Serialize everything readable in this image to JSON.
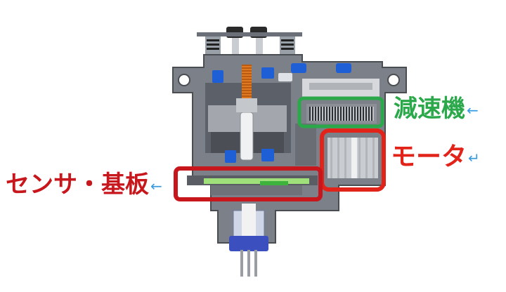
{
  "colors": {
    "reducer": "#2aa84a",
    "motor": "#e2231a",
    "sensor": "#c8161d",
    "arrow": "#3a9be0"
  },
  "labels": {
    "reducer": "減速機",
    "motor": "モータ",
    "sensor": "センサ・基板",
    "reducer_arrow": "←",
    "motor_arrow": "↵",
    "sensor_arrow": "←"
  }
}
